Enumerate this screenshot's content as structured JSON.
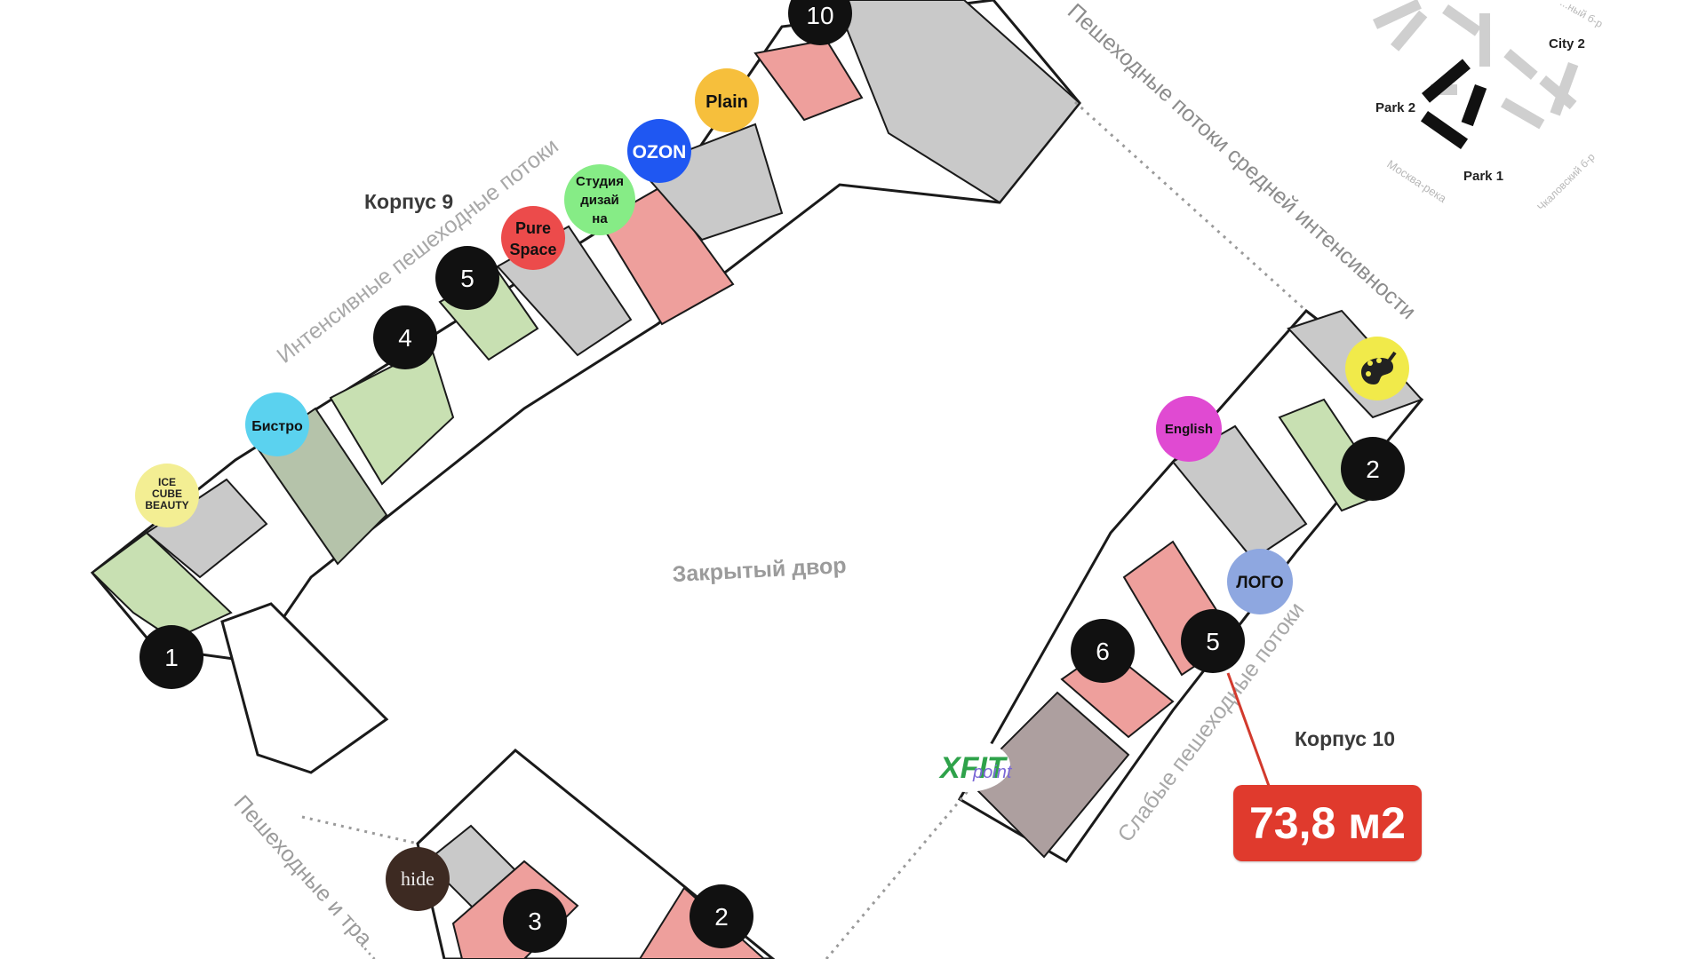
{
  "map": {
    "buildings": {
      "korpus9": "Корпус 9",
      "korpus10": "Корпус 10"
    },
    "courtyard": "Закрытый двор",
    "flows": {
      "intense": "Интенсивные пешеходные потоки",
      "medium": "Пешеходные потоки средней интенсивности",
      "weak": "Слабые пешеходные потоки",
      "transport": "Пешеходные и тра..."
    },
    "unit_markers": [
      "1",
      "4",
      "5",
      "10",
      "2",
      "5",
      "6",
      "3",
      "2"
    ],
    "tenants": {
      "ice_cube": [
        "ICE",
        "CUBE",
        "BEAUTY"
      ],
      "bistro": "Бистро",
      "pure_space": [
        "Pure",
        "Space"
      ],
      "studio": [
        "Студия",
        "дизай",
        "на"
      ],
      "ozon": "OZON",
      "plain": "Plain",
      "english": "English",
      "logo": "ЛОГО",
      "xfit": [
        "XFIT",
        "point"
      ],
      "hide": "hide"
    },
    "area_callout": "73,8 м2"
  },
  "minimap": {
    "labels": [
      "City 2",
      "Park 2",
      "Park 1",
      "Москва-река",
      "Чкаловский б-р",
      "...ный б-р"
    ]
  },
  "colors": {
    "available": "#ee9f9c",
    "green": "#c8e0b2",
    "occupied": "#c9c9c9",
    "marker": "#111111",
    "callout": "#e03a2d",
    "bistro": "#5bd2ef",
    "ice_cube": "#f3ee93",
    "pure_space": "#ec4b4b",
    "studio": "#86ec86",
    "ozon": "#1f57f2",
    "plain": "#f6bf3c",
    "english": "#e04ad2",
    "logo": "#8ea7e0",
    "palette": "#f1ea4a",
    "hide": "#3d2a22"
  },
  "icons": {
    "palette": "palette-icon"
  }
}
